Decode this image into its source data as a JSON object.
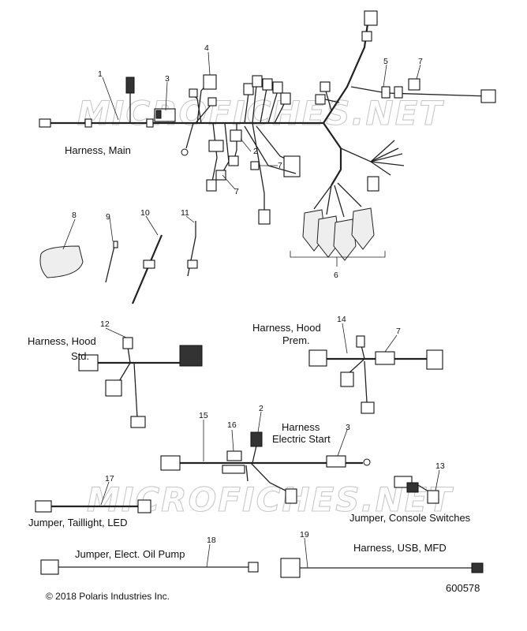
{
  "watermark": "MICROFICHES.NET",
  "labels": {
    "harness_main": "Harness, Main",
    "harness_hood_std_1": "Harness, Hood",
    "harness_hood_std_2": "Std.",
    "harness_hood_prem_1": "Harness, Hood",
    "harness_hood_prem_2": "Prem.",
    "harness_electric_start_1": "Harness",
    "harness_electric_start_2": "Electric Start",
    "jumper_taillight": "Jumper, Taillight, LED",
    "jumper_console": "Jumper, Console Switches",
    "jumper_oil_pump": "Jumper, Elect. Oil Pump",
    "harness_usb": "Harness, USB, MFD"
  },
  "callouts": {
    "c1": "1",
    "c2a": "2",
    "c2b": "2",
    "c3a": "3",
    "c3b": "3",
    "c4": "4",
    "c5": "5",
    "c6": "6",
    "c7a": "7",
    "c7b": "7",
    "c7c": "7",
    "c7d": "7",
    "c8": "8",
    "c9": "9",
    "c10": "10",
    "c11": "11",
    "c12": "12",
    "c13": "13",
    "c14": "14",
    "c15": "15",
    "c16": "16",
    "c17": "17",
    "c18": "18",
    "c19": "19"
  },
  "footer": {
    "copyright": "© 2018 Polaris Industries Inc.",
    "diagram_number": "600578"
  }
}
